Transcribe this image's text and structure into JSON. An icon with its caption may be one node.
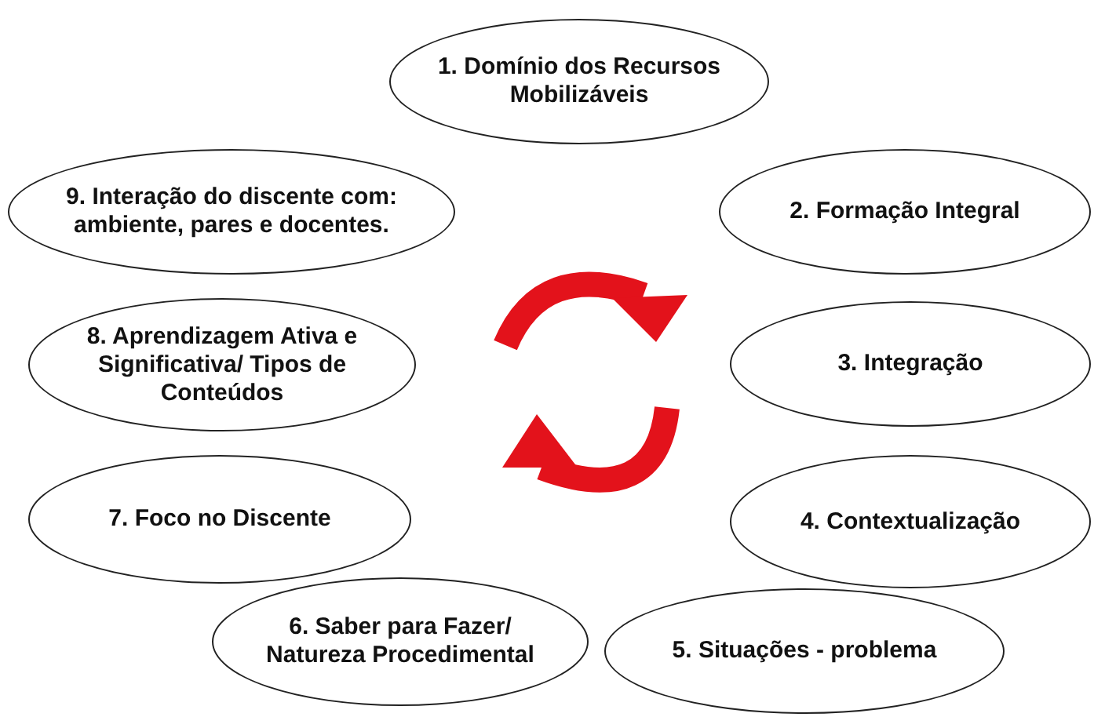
{
  "diagram": {
    "nodes": [
      {
        "text": [
          "1. Domínio dos Recursos Mobilizáveis"
        ]
      },
      {
        "text": [
          "2. Formação Integral"
        ]
      },
      {
        "text": [
          "3. Integração"
        ]
      },
      {
        "text": [
          "4. Contextualização"
        ]
      },
      {
        "text": [
          "5. Situações - problema"
        ]
      },
      {
        "text": [
          "6. Saber para Fazer/ Natureza Procedimental"
        ]
      },
      {
        "text": [
          "7. Foco no Discente"
        ]
      },
      {
        "text": [
          "8. Aprendizagem Ativa e Significativa/ Tipos de Conteúdos"
        ]
      },
      {
        "text": [
          "9. Interação do discente com: ambiente, pares e docentes."
        ]
      }
    ]
  }
}
